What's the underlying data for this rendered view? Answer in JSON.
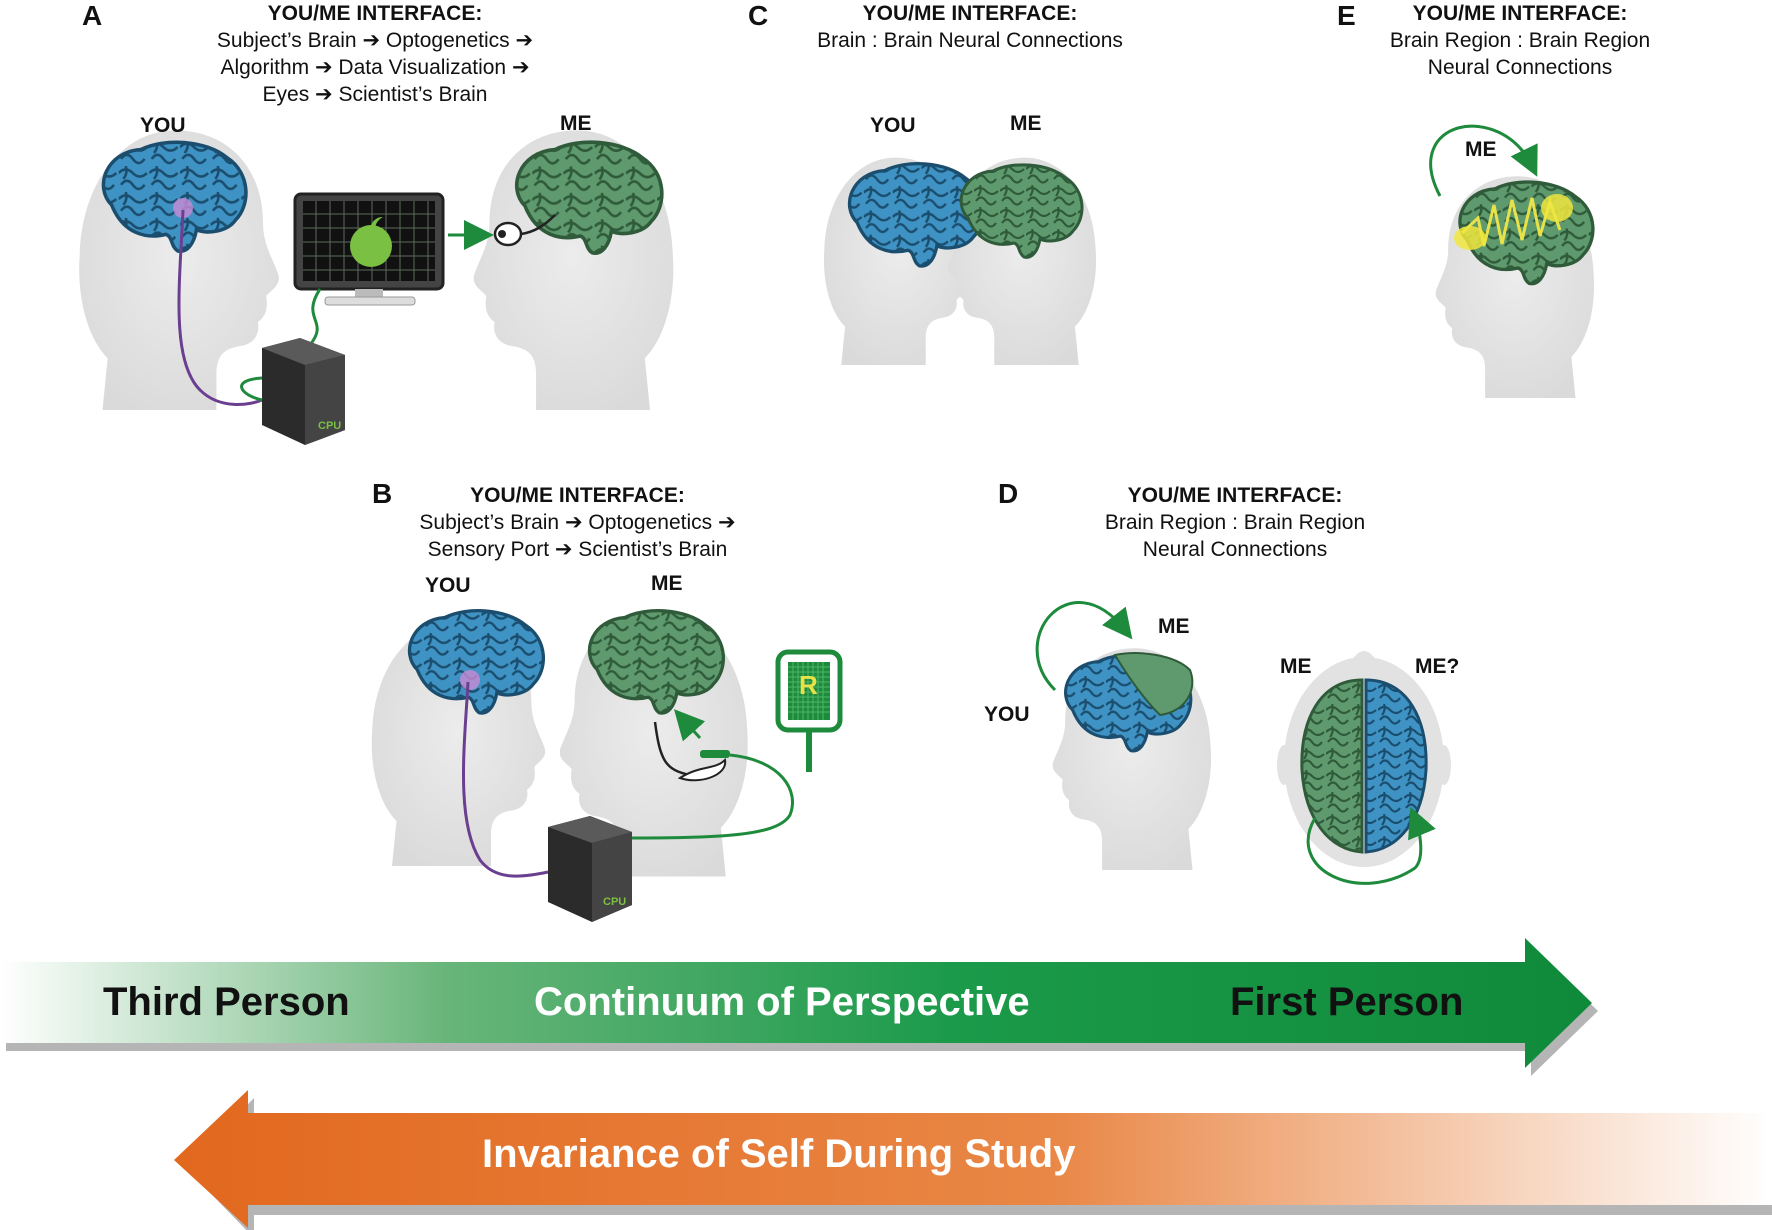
{
  "panels": {
    "a": {
      "letter": "A",
      "heading": "YOU/ME INTERFACE:",
      "line1": "Subject’s Brain ➔ Optogenetics ➔",
      "line2": "Algorithm ➔ Data Visualization ➔",
      "line3": "Eyes ➔ Scientist’s Brain",
      "you": "YOU",
      "me": "ME",
      "cpu": "CPU"
    },
    "b": {
      "letter": "B",
      "heading": "YOU/ME INTERFACE:",
      "line1": "Subject’s Brain ➔ Optogenetics ➔",
      "line2": "Sensory Port ➔ Scientist’s Brain",
      "you": "YOU",
      "me": "ME",
      "cpu": "CPU",
      "grid_letter": "R"
    },
    "c": {
      "letter": "C",
      "heading": "YOU/ME INTERFACE:",
      "line1": "Brain : Brain Neural Connections",
      "you": "YOU",
      "me": "ME"
    },
    "d": {
      "letter": "D",
      "heading": "YOU/ME INTERFACE:",
      "line1": "Brain Region : Brain Region",
      "line2": "Neural Connections",
      "me_top": "ME",
      "you": "YOU",
      "me_left": "ME",
      "me_question": "ME?"
    },
    "e": {
      "letter": "E",
      "heading": "YOU/ME INTERFACE:",
      "line1": "Brain Region : Brain Region",
      "line2": "Neural Connections",
      "me": "ME"
    }
  },
  "green_arrow": {
    "left": "Third Person",
    "center": "Continuum of Perspective",
    "right": "First Person"
  },
  "orange_arrow": {
    "label": "Invariance of Self During Study"
  },
  "colors": {
    "blue_brain": "#3f93c4",
    "green_brain": "#5f9a6e",
    "head": "#e2e2e2",
    "green_arrow": "#17913e",
    "orange_arrow": "#e0712a",
    "wire_green": "#1e8a3c",
    "wire_purple": "#6b3f8f"
  }
}
